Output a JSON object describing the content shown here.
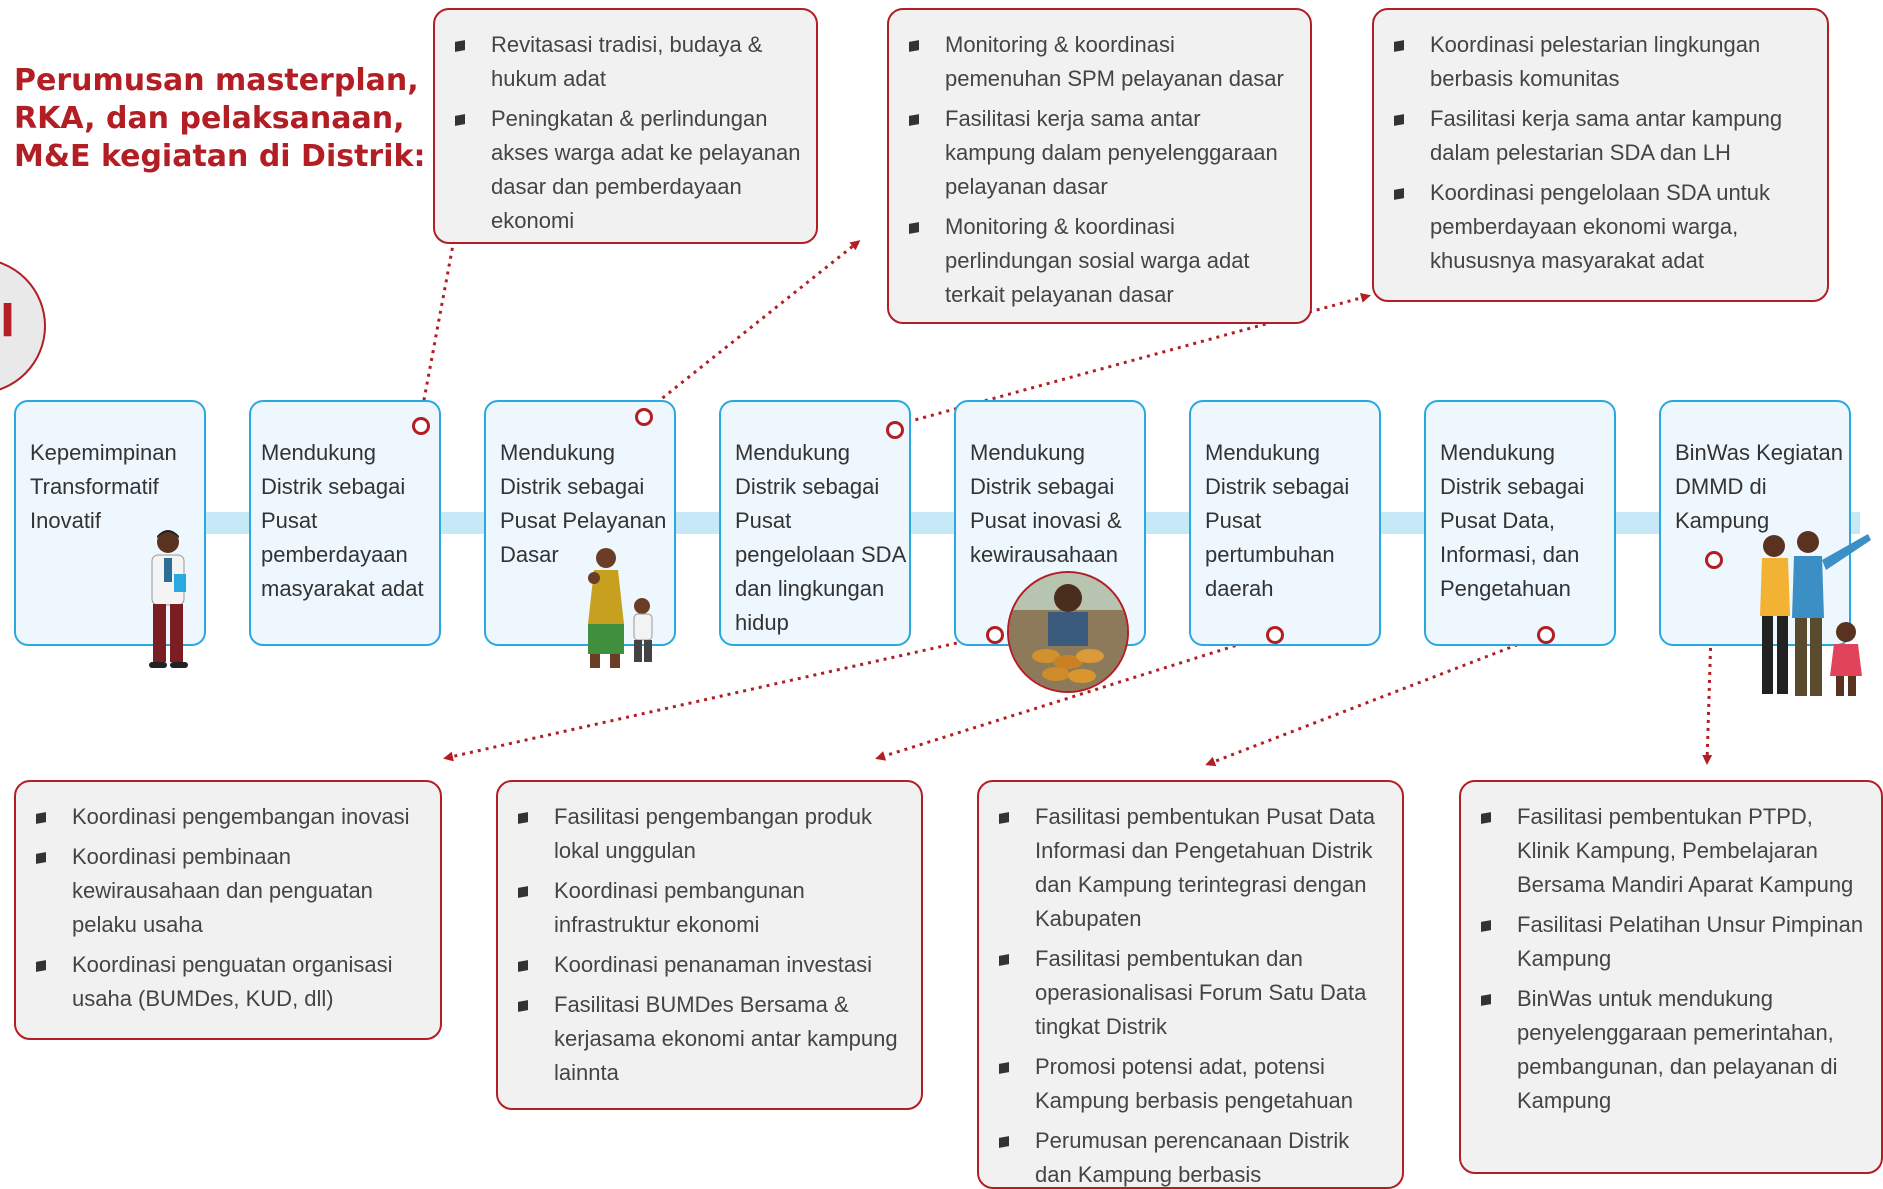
{
  "title": "Perumusan masterplan, RKA, dan pelaksanaan, M&E  kegiatan di Distrik:",
  "big_circle_text": "l",
  "stages": [
    "Kepemimpinan Transformatif Inovatif",
    "Mendukung Distrik sebagai  Pusat pemberdayaan masyarakat adat",
    "Mendukung Distrik sebagai Pusat Pelayanan Dasar",
    "Mendukung Distrik sebagai Pusat pengelolaan SDA dan lingkungan hidup",
    "Mendukung Distrik sebagai Pusat inovasi & kewirausahaan",
    "Mendukung Distrik sebagai Pusat pertumbuhan daerah",
    "Mendukung Distrik sebagai Pusat Data, Informasi, dan Pengetahuan",
    "BinWas Kegiatan DMMD di Kampung"
  ],
  "boxes": {
    "top1": [
      "Revitasasi tradisi, budaya & hukum adat",
      "Peningkatan & perlindungan akses warga adat ke pelayanan dasar dan pemberdayaan ekonomi"
    ],
    "top2": [
      "Monitoring & koordinasi pemenuhan SPM pelayanan dasar",
      "Fasilitasi kerja sama antar kampung dalam penyelenggaraan pelayanan dasar",
      "Monitoring & koordinasi perlindungan sosial warga adat terkait pelayanan dasar"
    ],
    "top3": [
      "Koordinasi pelestarian lingkungan berbasis komunitas",
      "Fasilitasi kerja sama antar kampung dalam pelestarian SDA dan LH",
      "Koordinasi pengelolaan SDA untuk pemberdayaan ekonomi warga, khususnya masyarakat adat"
    ],
    "bottom1": [
      "Koordinasi pengembangan inovasi",
      "Koordinasi pembinaan kewirausahaan dan penguatan pelaku usaha",
      "Koordinasi penguatan organisasi usaha (BUMDes, KUD, dll)"
    ],
    "bottom2": [
      "Fasilitasi pengembangan produk lokal unggulan",
      "Koordinasi pembangunan infrastruktur ekonomi",
      "Koordinasi penanaman investasi",
      "Fasilitasi BUMDes Bersama & kerjasama ekonomi antar kampung lainnta"
    ],
    "bottom3": [
      "Fasilitasi pembentukan Pusat Data Informasi dan Pengetahuan Distrik dan Kampung terintegrasi dengan Kabupaten",
      "Fasilitasi pembentukan dan operasionalisasi Forum Satu Data tingkat Distrik",
      "Promosi potensi adat, potensi Kampung berbasis pengetahuan",
      "Perumusan perencanaan Distrik dan Kampung berbasis pengetahuan"
    ],
    "bottom4": [
      "Fasilitasi pembentukan PTPD, Klinik Kampung, Pembelajaran Bersama Mandiri Aparat Kampung",
      "Fasilitasi Pelatihan Unsur Pimpinan Kampung",
      "BinWas untuk mendukung penyelenggaraan pemerintahan, pembangunan, dan pelayanan di Kampung"
    ]
  },
  "colors": {
    "accent": "#b21e23",
    "stage_border": "#2aa8e0",
    "band": "#c7e8f6"
  }
}
